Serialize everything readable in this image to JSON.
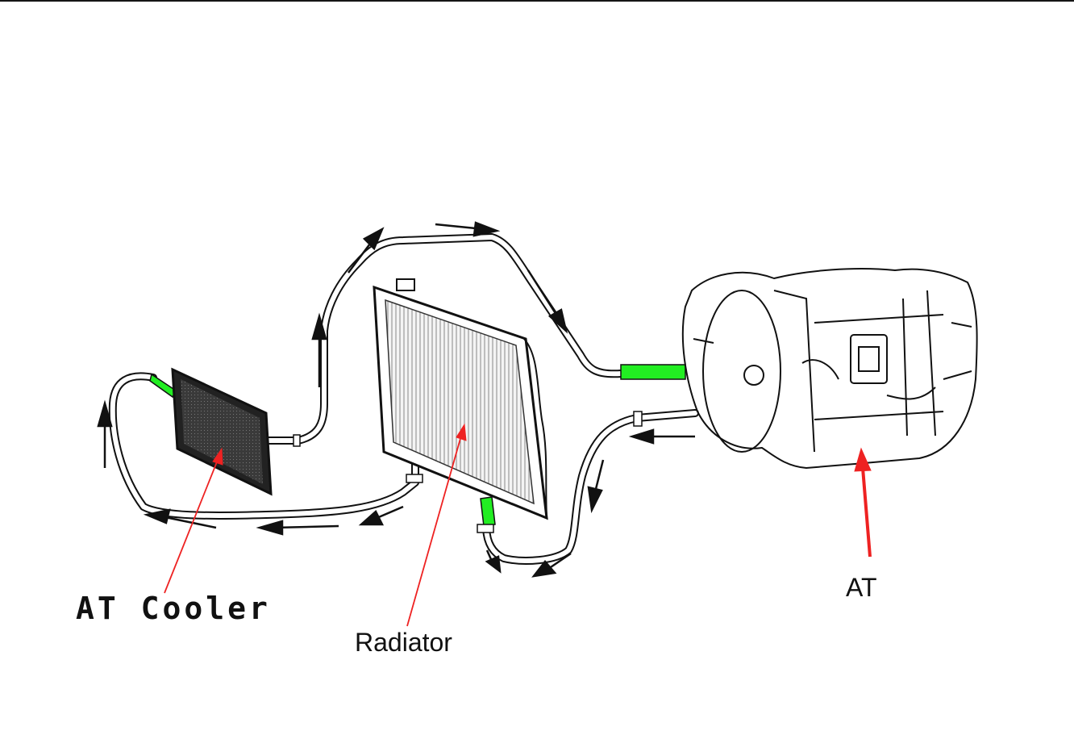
{
  "labels": {
    "at_cooler": "AT Cooler",
    "radiator": "Radiator",
    "at": "AT"
  },
  "colors": {
    "hose_highlight": "#22ee22",
    "pointer": "#ee2222",
    "line": "#111111"
  }
}
